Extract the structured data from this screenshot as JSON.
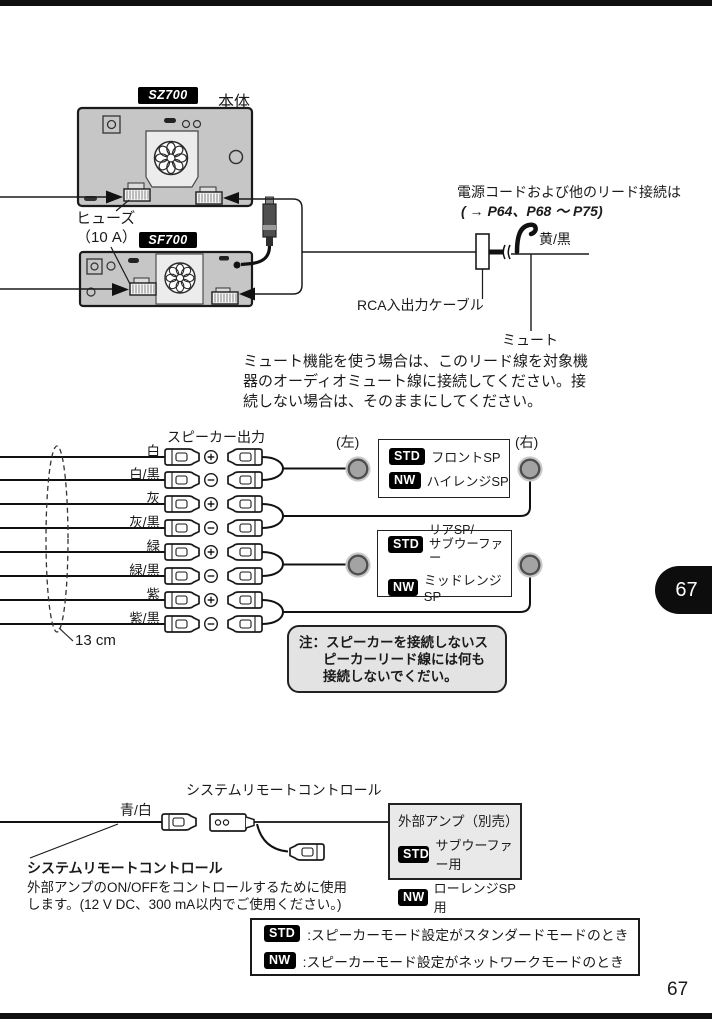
{
  "page": {
    "number": "67",
    "tab": "67"
  },
  "top_section": {
    "model_main": "SZ700",
    "unit_label": "本体",
    "fuse_line1": "ヒューズ",
    "fuse_line2": "（10 A）",
    "model_sub": "SF700",
    "power_note_line1": "電源コードおよび他のリード接続は",
    "power_note_line2": "( → P64、P68 ～ P75)",
    "wire_yellow_black": "黄/黒",
    "rca_label": "RCA入出力ケーブル",
    "mute_label": "ミュート",
    "mute_note_lines": [
      "ミュート機能を使う場合は、このリード線を対象機",
      "器のオーディオミュート線に接続してください。接",
      "続しない場合は、そのままにしてください。"
    ]
  },
  "speaker_section": {
    "title": "スピーカー出力",
    "wires": [
      "白",
      "白/黒",
      "灰",
      "灰/黒",
      "緑",
      "緑/黒",
      "紫",
      "紫/黒"
    ],
    "length_label": "13 cm",
    "left_label": "(左)",
    "right_label": "(右)",
    "box_front": {
      "std": "STD",
      "std_label": "フロントSP",
      "nw": "NW",
      "nw_label": "ハイレンジSP"
    },
    "box_rear": {
      "std": "STD",
      "std_label_line1": "リアSP/",
      "std_label_line2": "サブウーファー",
      "nw": "NW",
      "nw_label": "ミッドレンジSP"
    },
    "note_lines": [
      "注：スピーカーを接続しないス",
      "ピーカーリード線には何も",
      "接続しないでくだい。"
    ]
  },
  "remote_section": {
    "title": "システムリモートコントロール",
    "wire_blue_white": "青/白",
    "amp_box": {
      "title": "外部アンプ（別売）",
      "std": "STD",
      "std_label": "サブウーファー用",
      "nw": "NW",
      "nw_label": "ローレンジSP用"
    },
    "desc_title": "システムリモートコントロール",
    "desc_lines": [
      "外部アンプのON/OFFをコントロールするために使用",
      "します。(12 V DC、300 mA以内でご使用ください。)"
    ]
  },
  "legend": {
    "rows": [
      {
        "badge": "STD",
        "text": ":スピーカーモード設定がスタンダードモードのとき"
      },
      {
        "badge": "NW",
        "text": ":スピーカーモード設定がネットワークモードのとき"
      }
    ]
  },
  "colors": {
    "badge_bg": "#000000",
    "device_fill": "#c6c6c6",
    "note_fill": "#e3e3e3",
    "bar": "#101010"
  }
}
